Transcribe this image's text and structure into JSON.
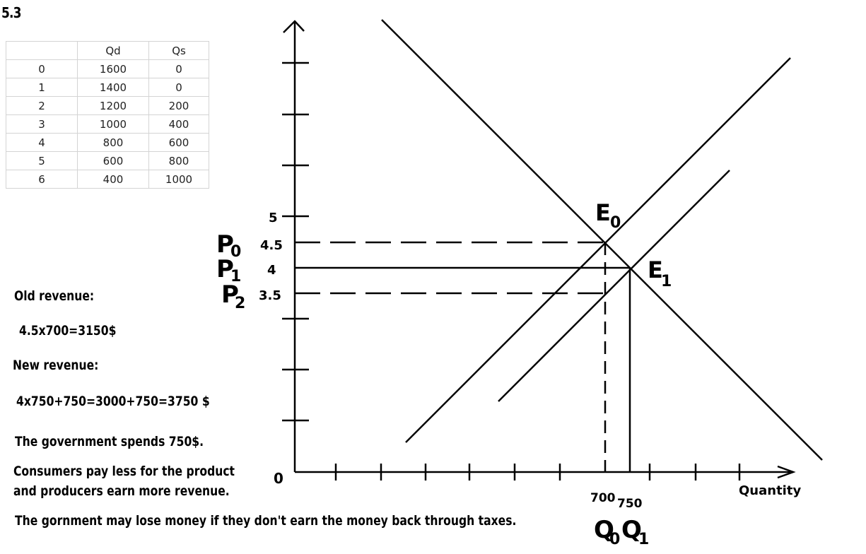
{
  "section": "5.3",
  "schedule": {
    "headers": [
      "",
      "Qd",
      "Qs"
    ],
    "rows": [
      [
        "0",
        "1600",
        "0"
      ],
      [
        "1",
        "1400",
        "0"
      ],
      [
        "2",
        "1200",
        "200"
      ],
      [
        "3",
        "1000",
        "400"
      ],
      [
        "4",
        "800",
        "600"
      ],
      [
        "5",
        "600",
        "800"
      ],
      [
        "6",
        "400",
        "1000"
      ]
    ]
  },
  "notes": {
    "old_revenue_label": "Old revenue:",
    "old_revenue_calc": "4.5x700=3150$",
    "new_revenue_label": "New revenue:",
    "new_revenue_calc": "4x750+750=3000+750=3750 $",
    "government_spends": "The government spends 750$.",
    "consumers_line1": "Consumers pay less for the product",
    "consumers_line2": "and producers earn more revenue.",
    "government_loss": "The gornment may lose money if they don't earn the money back through taxes."
  },
  "chart_data": {
    "type": "line",
    "xlabel": "Quantity",
    "ylabel": "",
    "origin_label": "0",
    "price_ticks": [
      {
        "value": 5,
        "label": "5"
      },
      {
        "value": 4.5,
        "label": "4.5",
        "symbol": "P",
        "sub": "0"
      },
      {
        "value": 4,
        "label": "4",
        "symbol": "P",
        "sub": "1"
      },
      {
        "value": 3.5,
        "label": "3.5",
        "symbol": "P",
        "sub": "2"
      }
    ],
    "quantity_ticks": [
      {
        "value": 700,
        "label": "700",
        "symbol": "Q",
        "sub": "0"
      },
      {
        "value": 750,
        "label": "750",
        "symbol": "Q",
        "sub": "1"
      }
    ],
    "equilibria": [
      {
        "name": "E",
        "sub": "0",
        "q": 700,
        "p": 4.5
      },
      {
        "name": "E",
        "sub": "1",
        "q": 750,
        "p": 4
      }
    ],
    "series": [
      {
        "values": [
          [
            0,
            4.5
          ],
          [
            700,
            4.5
          ]
        ]
      },
      {
        "values": [
          [
            0,
            4
          ],
          [
            750,
            4
          ]
        ]
      },
      {
        "values": [
          [
            0,
            3.5
          ],
          [
            700,
            3.5
          ]
        ]
      }
    ]
  }
}
